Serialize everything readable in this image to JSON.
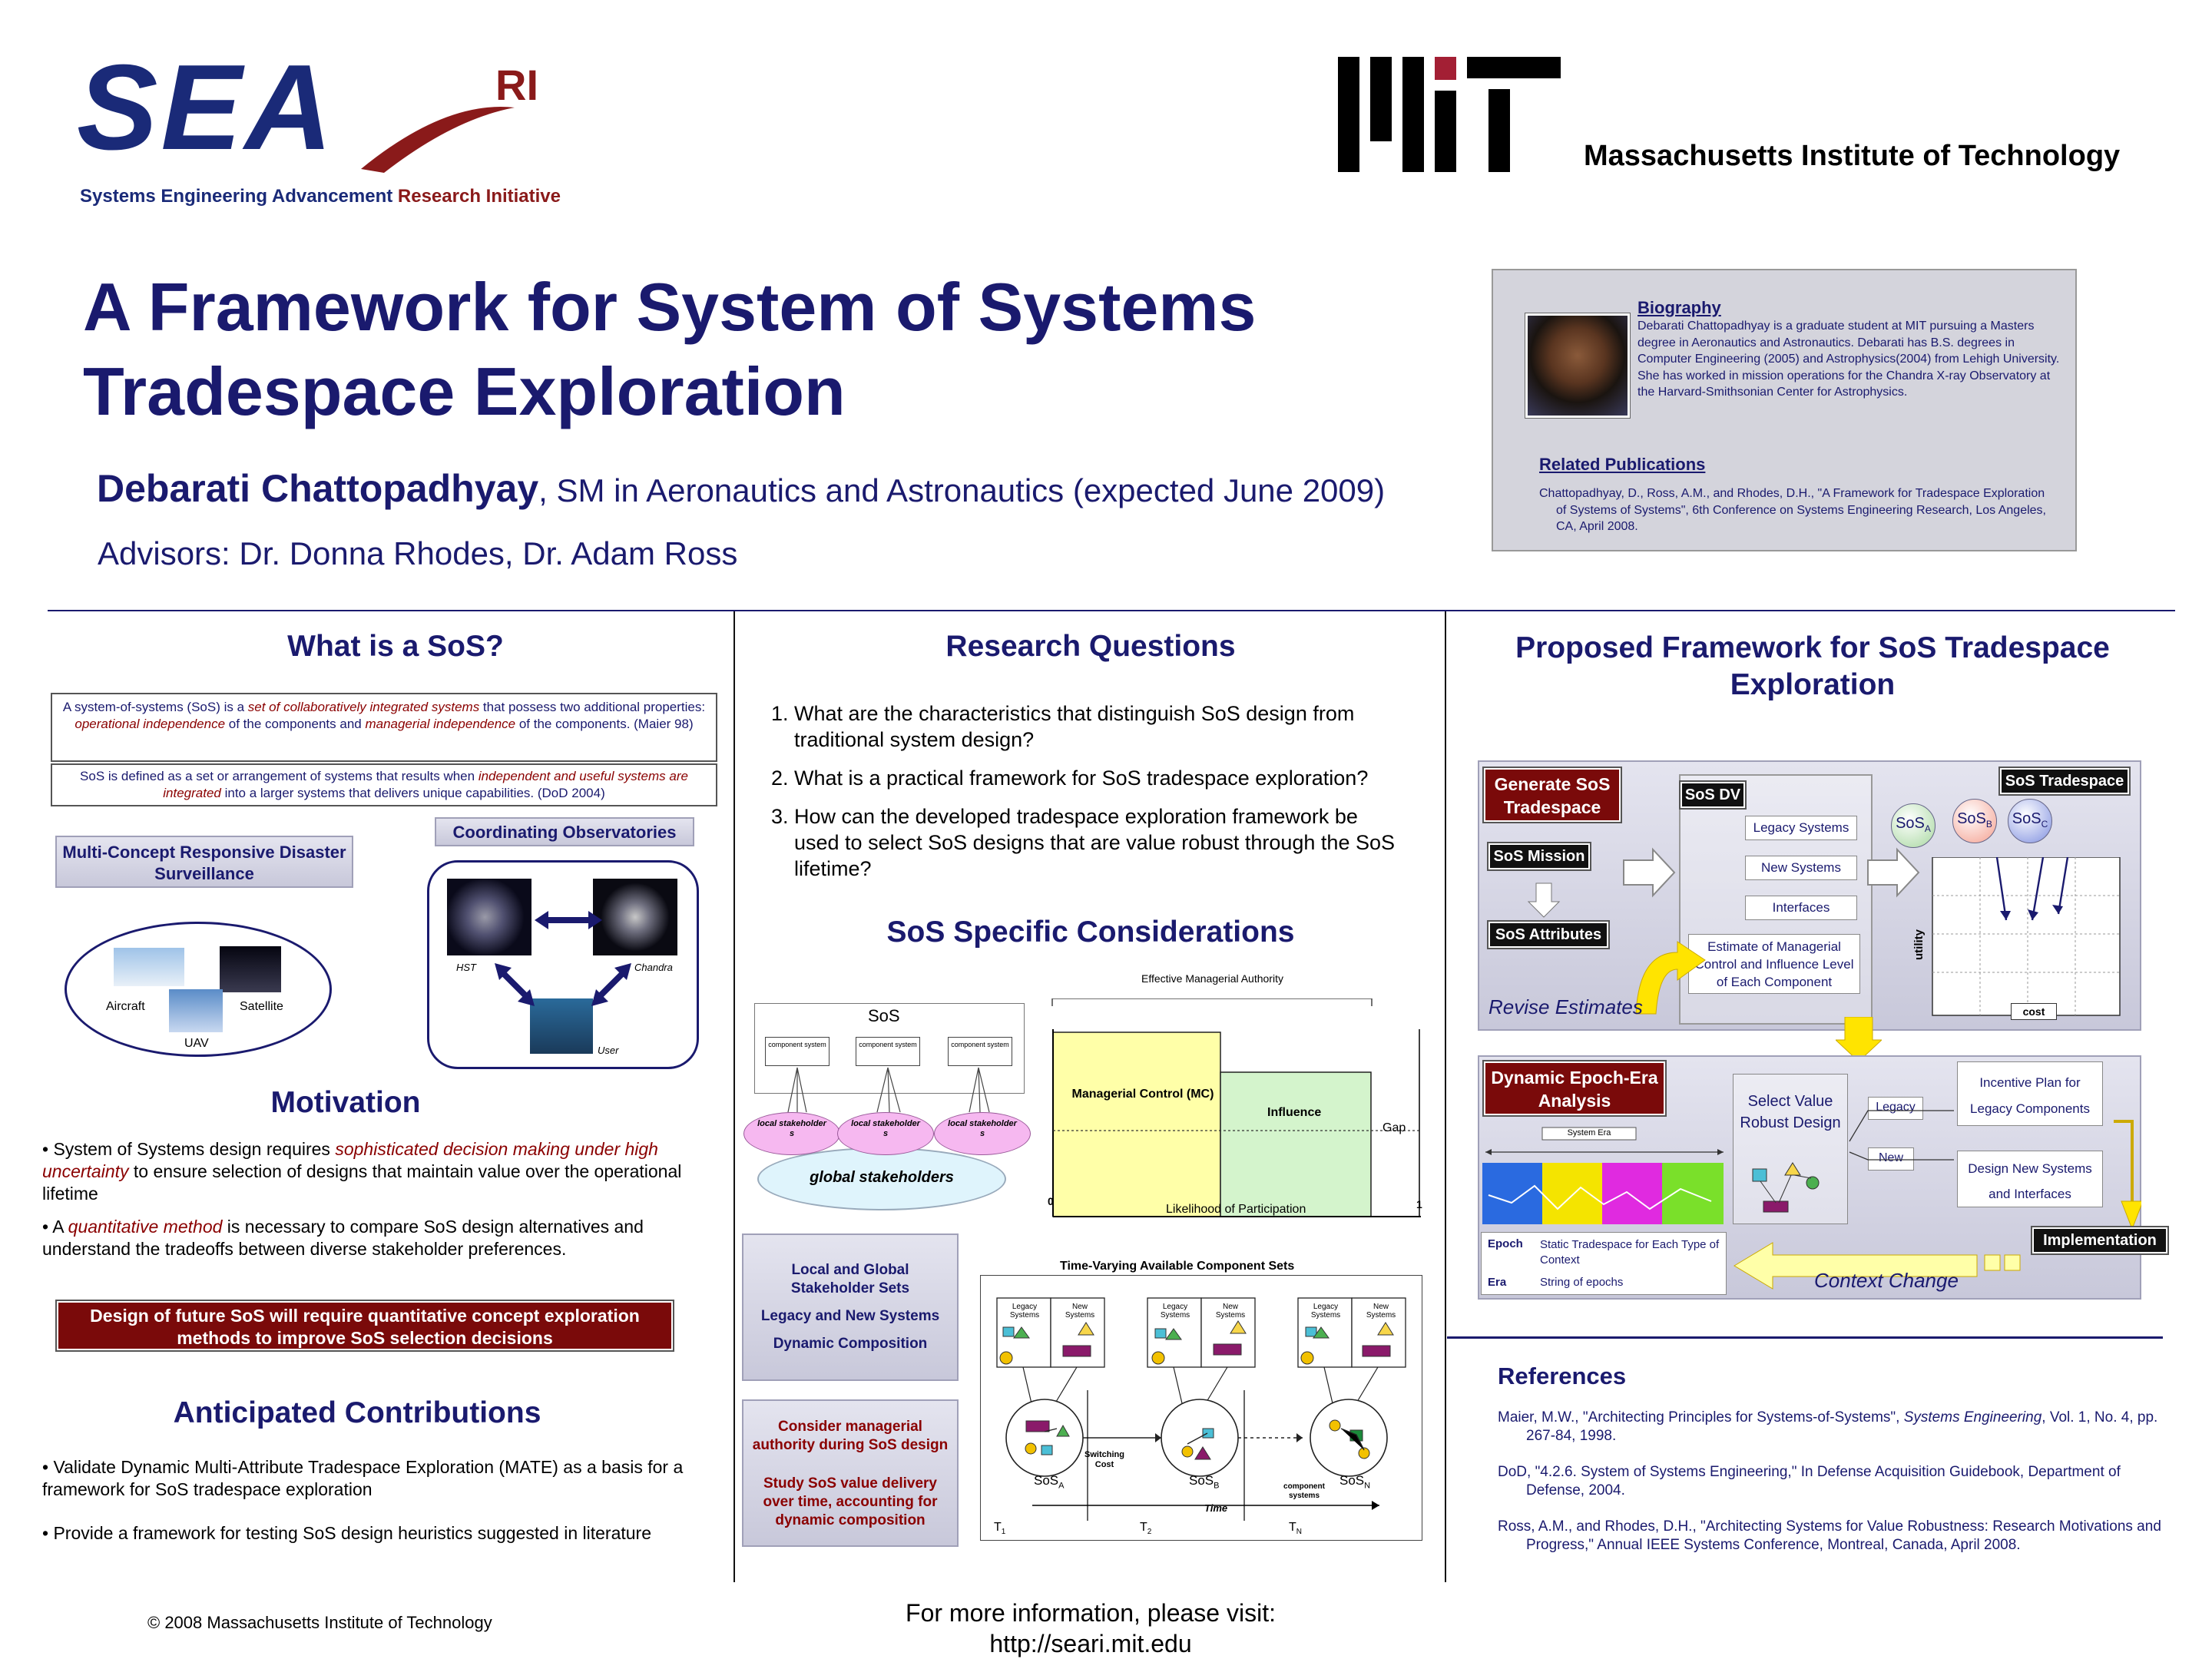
{
  "header": {
    "logo_sea": "SEA",
    "logo_ri": "RI",
    "logo_sea_subtitle_a": "Systems Engineering Advancement ",
    "logo_sea_subtitle_b": "Research Initiative",
    "mit_name": "Massachusetts Institute of Technology"
  },
  "title": {
    "line1": "A Framework for System of Systems",
    "line2": "Tradespace Exploration",
    "author": "Debarati Chattopadhyay",
    "degree": ", SM in Aeronautics and Astronautics (expected June 2009)",
    "advisors": "Advisors: Dr. Donna Rhodes, Dr. Adam Ross"
  },
  "bio": {
    "heading": "Biography",
    "text": "Debarati Chattopadhyay is a graduate student at MIT pursuing a Masters degree in Aeronautics and Astronautics. Debarati has B.S. degrees in Computer Engineering (2005) and Astrophysics(2004) from Lehigh University. She has worked in mission operations for the Chandra X-ray Observatory at the Harvard-Smithsonian Center for Astrophysics.",
    "pub_heading": "Related Publications",
    "pub_text": "Chattopadhyay, D., Ross, A.M., and Rhodes, D.H., \"A Framework for Tradespace Exploration of Systems of Systems\", 6th Conference on Systems Engineering Research, Los Angeles, CA, April 2008."
  },
  "col1": {
    "sos_heading": "What is a SoS?",
    "def1_a": "A system-of-systems (SoS) is a ",
    "def1_b": "set of collaboratively integrated systems",
    "def1_c": " that possess two additional properties: ",
    "def1_d": "operational independence",
    "def1_e": " of the components and ",
    "def1_f": "managerial independence",
    "def1_g": " of the components. (Maier 98)",
    "def2_a": "SoS is defined as a set or arrangement of systems that results when ",
    "def2_b": "independent and useful systems are integrated",
    "def2_c": " into a larger systems that delivers unique capabilities. (DoD 2004)",
    "mcr_label": "Multi-Concept Responsive Disaster Surveillance",
    "coord_label": "Coordinating Observatories",
    "aircraft": "Aircraft",
    "satellite": "Satellite",
    "uav": "UAV",
    "hst": "HST",
    "chandra": "Chandra",
    "user": "User",
    "motivation_heading": "Motivation",
    "mot1_a": "System of Systems design requires ",
    "mot1_b": "sophisticated decision making under high uncertainty",
    "mot1_c": " to ensure selection of designs that maintain value over the operational lifetime",
    "mot2_a": "A ",
    "mot2_b": "quantitative method",
    "mot2_c": " is necessary to compare SoS design alternatives and understand the tradeoffs between diverse stakeholder preferences.",
    "callout": "Design of future SoS will require quantitative concept exploration methods to improve SoS selection decisions",
    "contrib_heading": "Anticipated Contributions",
    "contrib1": "Validate Dynamic Multi-Attribute Tradespace Exploration (MATE) as a basis for a framework for SoS tradespace exploration",
    "contrib2": "Provide a framework for testing SoS design heuristics suggested in literature",
    "copyright": "© 2008 Massachusetts Institute of Technology"
  },
  "col2": {
    "rq_heading": "Research Questions",
    "questions": [
      "What are the characteristics that distinguish SoS design from traditional system design?",
      "What is a practical framework for SoS tradespace exploration?",
      "How can the developed tradespace exploration framework be used to select SoS designs that are value robust through the SoS lifetime?"
    ],
    "cons_heading": "SoS Specific Considerations",
    "sos_box": "SoS",
    "component_system": "component system",
    "local_stakeholders": "local stakeholder s",
    "global_stakeholders": "global stakeholders",
    "ema": "Effective Managerial Authority",
    "mc": "Managerial Control (MC)",
    "influence": "Influence",
    "gap": "Gap",
    "axis0": "0",
    "axis1": "1",
    "lop": "Likelihood of Participation",
    "blue_box": [
      "Local and Global Stakeholder Sets",
      "Legacy and New Systems",
      "Dynamic Composition"
    ],
    "red_box_1": "Consider managerial authority during SoS design",
    "red_box_2": "Study SoS value delivery over time, accounting for dynamic composition",
    "tv_title": "Time-Varying Available Component Sets",
    "legacy_systems": "Legacy Systems",
    "new_systems": "New Systems",
    "switching_cost": "Switching Cost",
    "component_systems": "component systems",
    "time": "Time",
    "soss": [
      "SoS",
      "SoS",
      "SoS"
    ],
    "soss_sub": [
      "A",
      "B",
      "N"
    ],
    "ts": [
      "T",
      "T",
      "T"
    ],
    "ts_sub": [
      "1",
      "2",
      "N"
    ],
    "more_info": "For more information, please visit:",
    "url": "http://seari.mit.edu"
  },
  "col3": {
    "heading": "Proposed Framework for SoS Tradespace Exploration",
    "generate": "Generate SoS Tradespace",
    "mission": "SoS Mission",
    "attributes": "SoS Attributes",
    "sos_dv": "SoS DV",
    "dv_items": [
      "Legacy Systems",
      "New Systems",
      "Interfaces",
      "Estimate of Managerial Control and Influence Level of Each Component"
    ],
    "tradespace": "SoS Tradespace",
    "sos_bubbles": [
      "SoS",
      "SoS",
      "SoS"
    ],
    "sos_bubble_sub": [
      "A",
      "B",
      "C"
    ],
    "utility": "utility",
    "cost": "cost",
    "revise": "Revise Estimates",
    "epoch_era": "Dynamic Epoch-Era Analysis",
    "system_era": "System Era",
    "select": "Select Value Robust Design",
    "legacy": "Legacy",
    "new": "New",
    "incentive": "Incentive Plan for Legacy Components",
    "design_new": "Design New Systems and Interfaces",
    "implementation": "Implementation",
    "epoch_label": "Epoch",
    "epoch_def": "Static Tradespace for Each Type of Context",
    "era_label": "Era",
    "era_def": "String of epochs",
    "context_change": "Context Change",
    "refs_heading": "References",
    "refs": [
      {
        "a": "Maier, M.W., \"Architecting Principles for Systems-of-Systems\", ",
        "b": "Systems Engineering",
        "c": ", Vol. 1, No. 4, pp. 267-84, 1998."
      },
      {
        "a": "DoD, \"4.2.6. System of Systems Engineering,\" In Defense Acquisition Guidebook, Department of Defense, 2004.",
        "b": "",
        "c": ""
      },
      {
        "a": "Ross, A.M., and Rhodes, D.H., \"Architecting Systems for Value Robustness: Research Motivations and Progress,\" Annual IEEE Systems Conference, Montreal, Canada, April 2008.",
        "b": "",
        "c": ""
      }
    ]
  },
  "colors": {
    "navy": "#1a1a6e",
    "maroon": "#7a0a0a",
    "mit_red": "#a31f34"
  }
}
